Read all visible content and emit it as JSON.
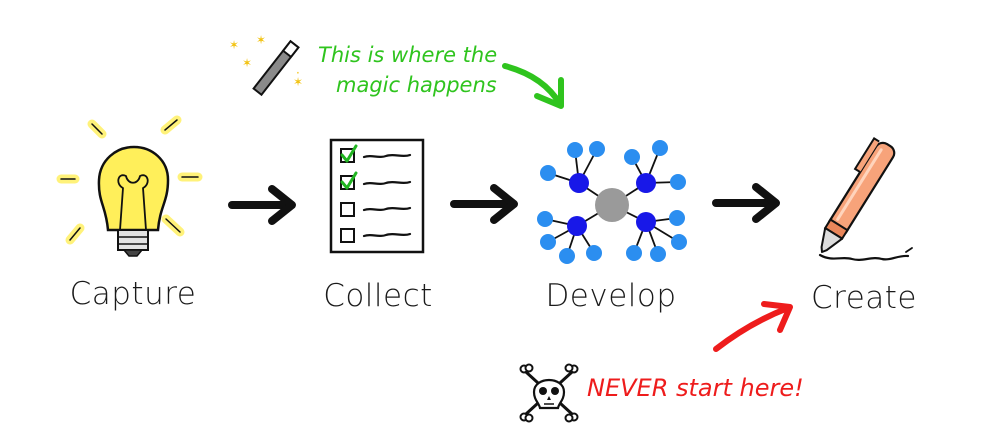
{
  "stages": [
    {
      "label": "Capture",
      "icon": "lightbulb-icon"
    },
    {
      "label": "Collect",
      "icon": "checklist-icon"
    },
    {
      "label": "Develop",
      "icon": "network-graph-icon"
    },
    {
      "label": "Create",
      "icon": "pen-icon"
    }
  ],
  "annotations": {
    "magic_line1": "This is where the",
    "magic_line2": "magic happens",
    "never_text": "NEVER start here!"
  },
  "colors": {
    "bulb": "#ffef5a",
    "bulb_glow": "#fff59a",
    "check": "#22b522",
    "node_outer": "#2b8ef0",
    "node_inner": "#1818e8",
    "node_center": "#9a9a9a",
    "pen_body": "#f7a37a",
    "green_note": "#2fc41e",
    "red_note": "#ee1c1c"
  }
}
